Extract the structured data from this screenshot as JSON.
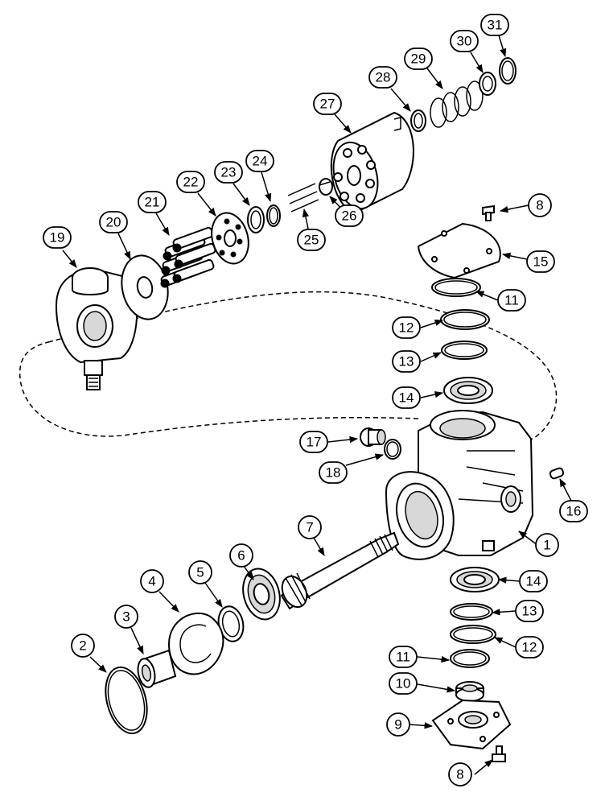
{
  "callouts": [
    {
      "label": "1"
    },
    {
      "label": "2"
    },
    {
      "label": "3"
    },
    {
      "label": "4"
    },
    {
      "label": "5"
    },
    {
      "label": "6"
    },
    {
      "label": "7"
    },
    {
      "label": "8"
    },
    {
      "label": "8"
    },
    {
      "label": "9"
    },
    {
      "label": "10"
    },
    {
      "label": "11"
    },
    {
      "label": "11"
    },
    {
      "label": "12"
    },
    {
      "label": "12"
    },
    {
      "label": "13"
    },
    {
      "label": "13"
    },
    {
      "label": "14"
    },
    {
      "label": "14"
    },
    {
      "label": "15"
    },
    {
      "label": "16"
    },
    {
      "label": "17"
    },
    {
      "label": "18"
    },
    {
      "label": "19"
    },
    {
      "label": "20"
    },
    {
      "label": "21"
    },
    {
      "label": "22"
    },
    {
      "label": "23"
    },
    {
      "label": "24"
    },
    {
      "label": "25"
    },
    {
      "label": "26"
    },
    {
      "label": "27"
    },
    {
      "label": "28"
    },
    {
      "label": "29"
    },
    {
      "label": "30"
    },
    {
      "label": "31"
    }
  ]
}
